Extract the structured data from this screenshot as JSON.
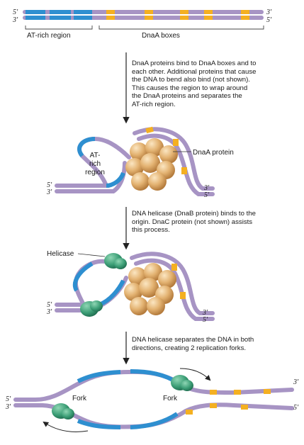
{
  "ends": {
    "five_prime": "5′",
    "three_prime": "3′"
  },
  "panel1": {
    "at_rich_label": "AT-rich region",
    "dnaa_boxes_label": "DnaA boxes"
  },
  "step1_caption": "DnaA proteins bind to DnaA boxes and to\neach other. Additional proteins that cause\nthe DNA to bend also bind (not shown).\nThis causes the region to wrap around\nthe DnaA proteins and separates the\nAT-rich region.",
  "panel2": {
    "at_rich_line1": "AT-",
    "at_rich_line2": "rich",
    "at_rich_line3": "region",
    "dnaa_protein_label": "DnaA protein"
  },
  "step2_caption": "DNA helicase (DnaB protein) binds to the\norigin. DnaC protein (not shown) assists\nthis process.",
  "panel3": {
    "helicase_label": "Helicase"
  },
  "step3_caption": "DNA helicase separates the DNA in both\ndirections, creating 2 replication forks.",
  "panel4": {
    "fork_left_label": "Fork",
    "fork_right_label": "Fork"
  },
  "colors": {
    "strand_purple": "#a794c4",
    "strand_blue": "#2e8fd0",
    "dnaa_box_orange": "#f4b021",
    "dnaa_protein": "#e6b778",
    "helicase_green": "#3fa07a"
  }
}
